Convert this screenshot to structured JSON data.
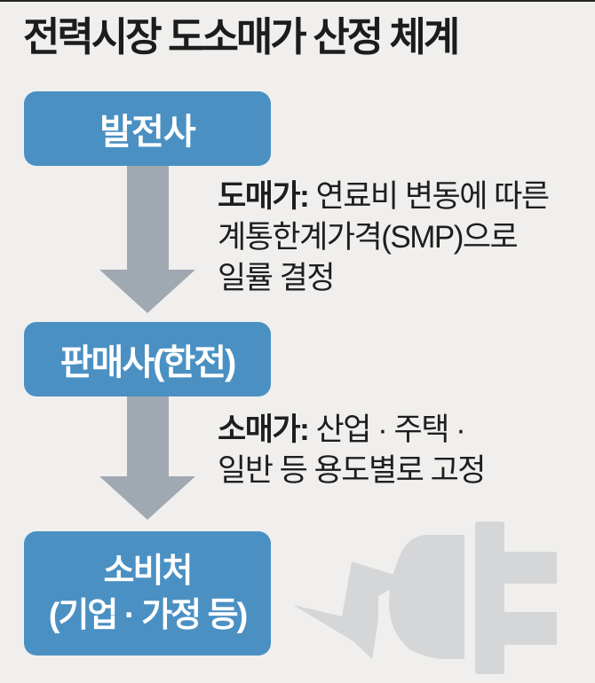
{
  "title": "전력시장 도소매가 산정 체계",
  "flow": {
    "boxes": [
      {
        "label": "발전사"
      },
      {
        "label": "판매사(한전)"
      },
      {
        "label": "소비처",
        "sublabel": "(기업 · 가정 등)"
      }
    ],
    "notes": [
      {
        "label": "도매가:",
        "lines": [
          "연료비 변동에 따른",
          "계통한계가격(SMP)으로",
          "일률 결정"
        ]
      },
      {
        "label": "소매가:",
        "lines": [
          "산업 · 주택 ·",
          "일반 등 용도별로 고정"
        ]
      }
    ]
  },
  "illustration": {
    "name": "power-plug-lightning-bolt"
  },
  "colors": {
    "background": "#f0efed",
    "top_rule": "#232323",
    "box_blue": "#4a90c3",
    "box_text": "#ffffff",
    "arrow_gray": "#a0a9b1",
    "note_text": "#1e1e1e",
    "illustration_gray": "#d5d6d8"
  }
}
